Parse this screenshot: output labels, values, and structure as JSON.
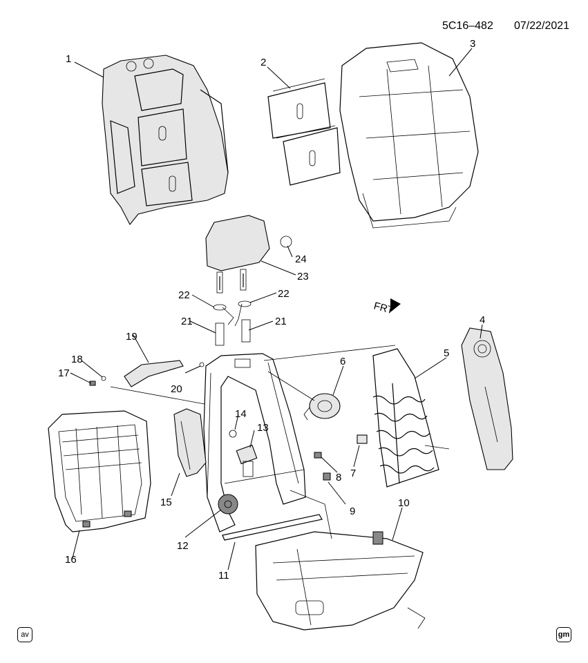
{
  "header": {
    "code": "5C16–482",
    "date": "07/22/2021"
  },
  "callouts": [
    "1",
    "2",
    "3",
    "4",
    "5",
    "6",
    "7",
    "8",
    "9",
    "10",
    "11",
    "12",
    "13",
    "14",
    "15",
    "16",
    "17",
    "18",
    "19",
    "20",
    "21",
    "21",
    "22",
    "22",
    "23",
    "24"
  ],
  "direction_label": "FRT",
  "badges": {
    "left": "av",
    "right": "gm"
  }
}
